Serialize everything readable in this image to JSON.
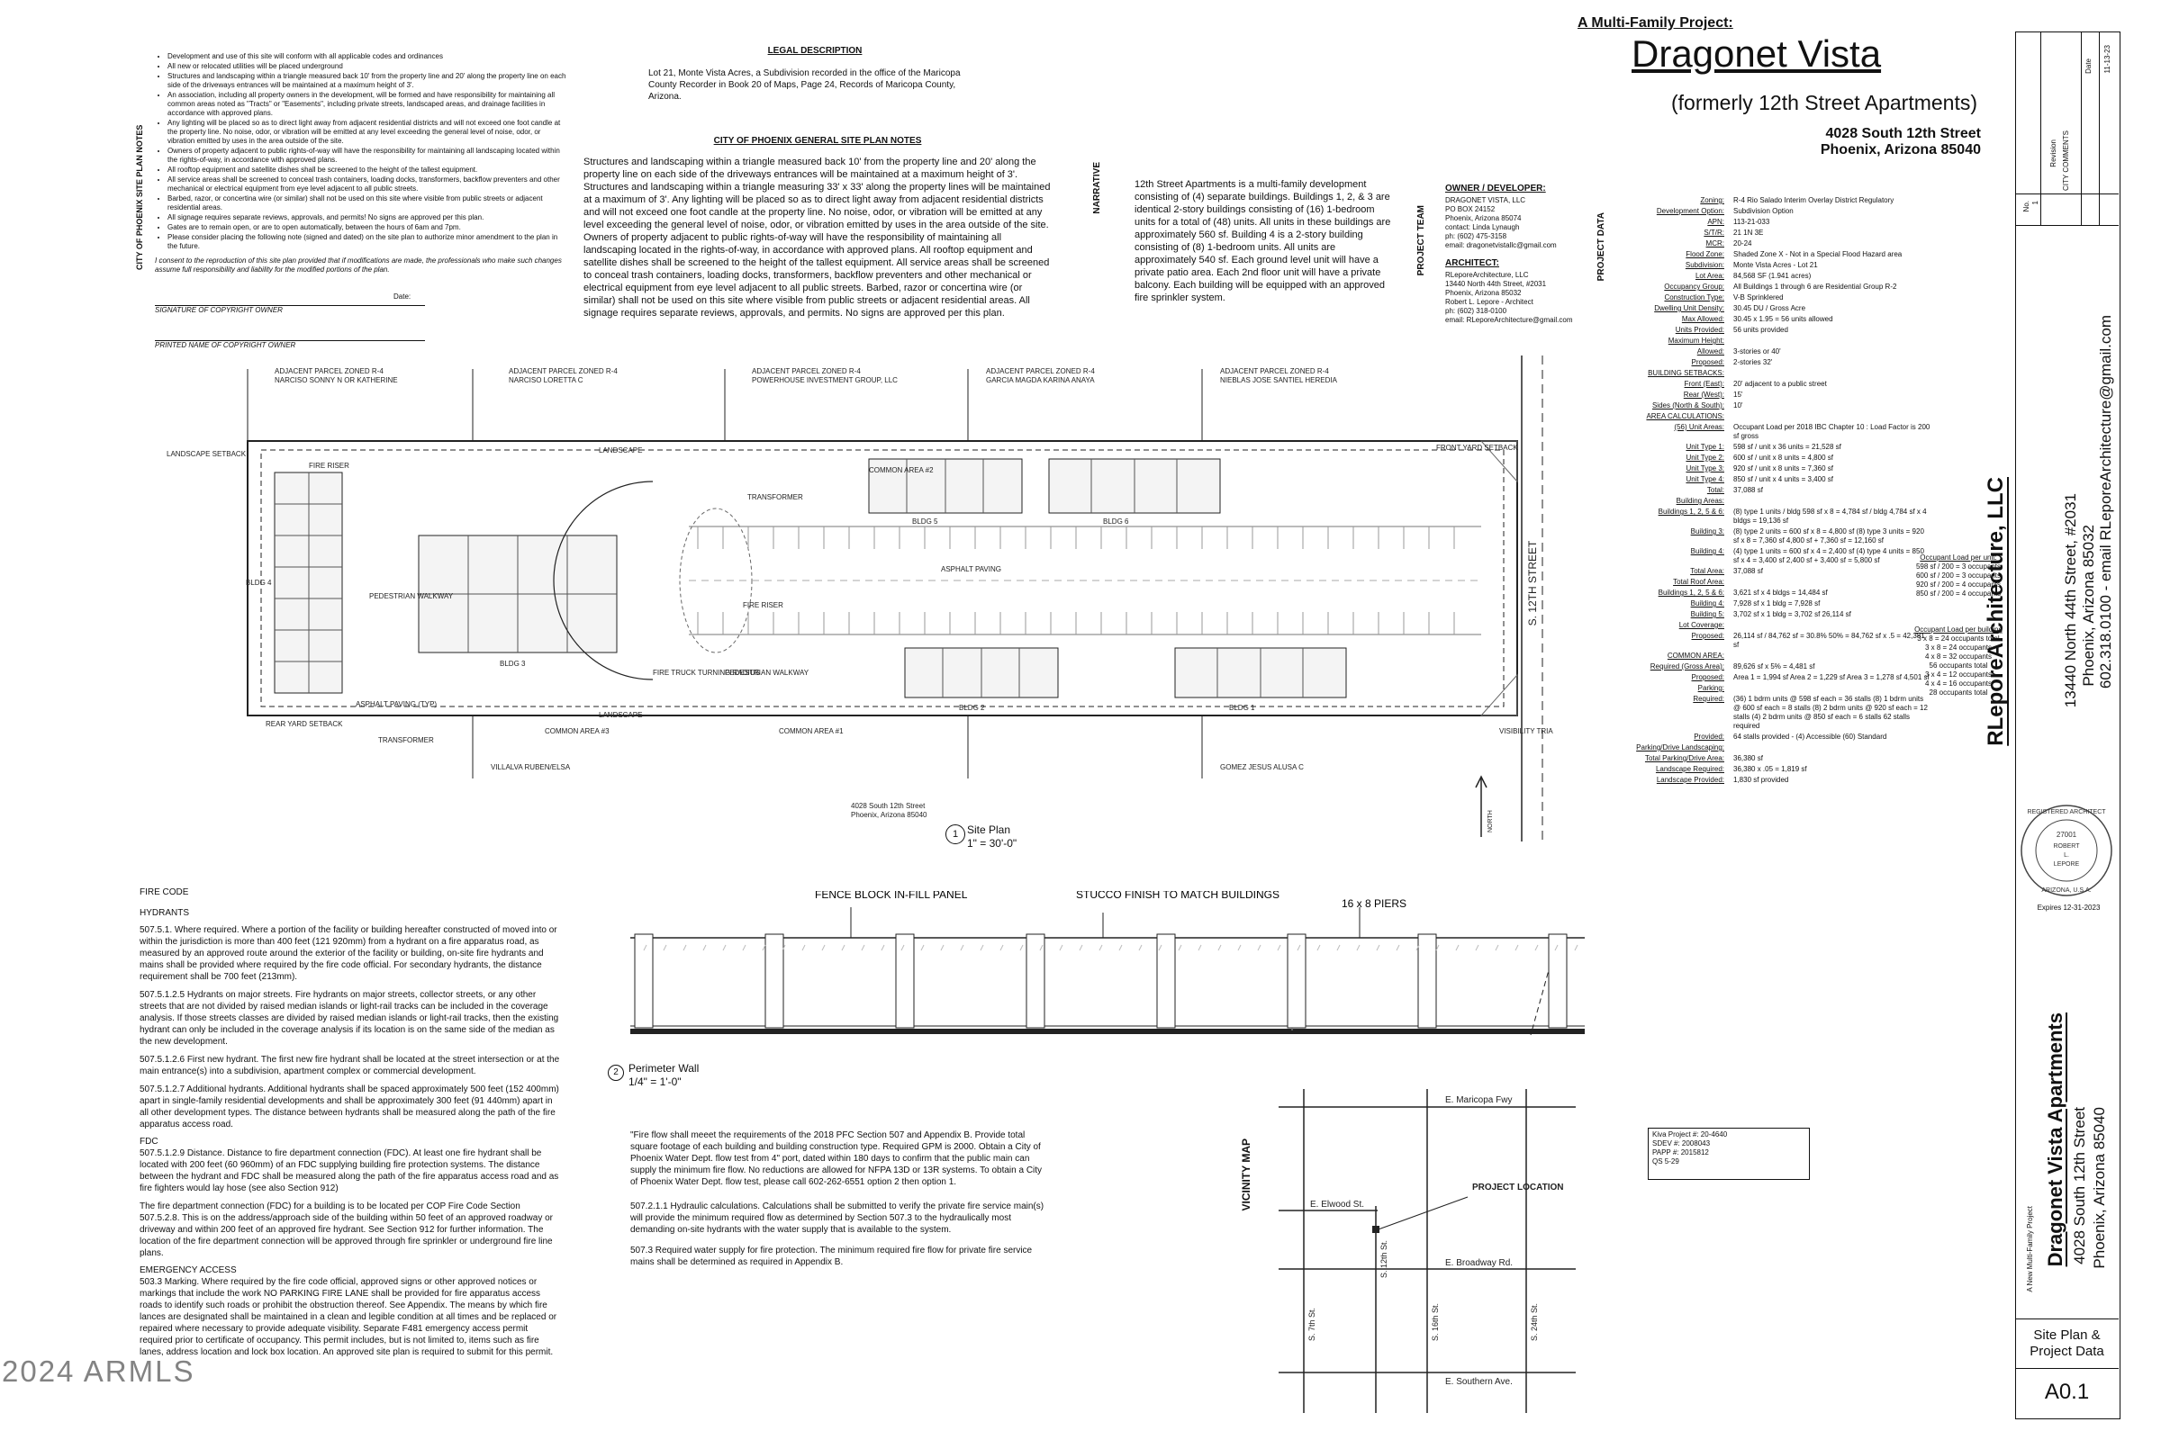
{
  "page_notes": {
    "vertical_title": "CITY OF PHOENIX SITE PLAN NOTES",
    "items": [
      "Development and use of this site will conform with all applicable codes and ordinances",
      "All new or relocated utilities will be placed underground",
      "Structures and landscaping within a triangle measured back 10' from the property line and 20' along the property line on each side of the driveways entrances will be maintained at a maximum height of 3'.",
      "An association, including all property owners in the development, will be formed and have responsibility for maintaining all common areas noted as \"Tracts\" or \"Easements\", including private streets, landscaped areas, and drainage facilities in accordance with approved plans.",
      "Any lighting will be placed so as to direct light away from adjacent residential districts and will not exceed one foot candle at the property line. No noise, odor, or vibration will be emitted at any level exceeding the general level of noise, odor, or vibration emitted by uses in the area outside of the site.",
      "Owners of property adjacent to public rights-of-way will have the responsibility for maintaining all landscaping located within the rights-of-way, in accordance with approved plans.",
      "All rooftop equipment and satellite dishes shall be screened to the height of the tallest equipment.",
      "All service areas shall be screened to conceal trash containers, loading docks, transformers, backflow preventers and other mechanical or electrical equipment from eye level adjacent to all public streets.",
      "Barbed, razor, or concertina wire (or similar) shall not be used on this site where visible from public streets or adjacent residential areas.",
      "All signage requires separate reviews, approvals, and permits! No signs are approved per this plan.",
      "Gates are to remain open, or are to open automatically, between the hours of 6am and 7pm.",
      "Please consider placing the following note (signed and dated) on the site plan to authorize minor amendment to the plan in the future."
    ],
    "consent": "I consent to the reproduction of this site plan provided that if modifications are made, the professionals who make such changes assume full responsibility and liability for the modified portions of the plan.",
    "date_label": "Date:",
    "signature_label": "SIGNATURE OF COPYRIGHT OWNER",
    "printed_label": "PRINTED NAME OF COPYRIGHT OWNER"
  },
  "legal": {
    "heading": "LEGAL DESCRIPTION",
    "text": "Lot 21, Monte Vista Acres, a Subdivision recorded in the office of the Maricopa County Recorder in Book 20 of Maps, Page 24, Records of Maricopa County, Arizona."
  },
  "general_notes": {
    "heading": "CITY OF PHOENIX GENERAL SITE PLAN NOTES",
    "text": "Structures and landscaping within a triangle measured back 10' from the property line and 20' along the property line on each side of the driveways entrances will be maintained at a maximum height of 3'. Structures and landscaping within a triangle measuring 33' x 33' along the property lines will be maintained at a maximum of 3'. Any lighting will be placed so as to direct light away from adjacent residential districts and will not exceed one foot candle at the property line. No noise, odor, or vibration will be emitted at any level exceeding the general level of noise, odor, or vibration emitted by uses in the area outside of the site. Owners of property adjacent to public rights-of-way will have the responsibility of maintaining all landscaping located in the rights-of-way, in accordance with approved plans. All rooftop equipment and satellite dishes shall be screened to the height of the tallest equipment. All service areas shall be screened to conceal trash containers, loading docks, transformers, backflow preventers and other mechanical or electrical equipment from eye level adjacent to all public streets. Barbed, razor or concertina wire (or similar) shall not be used on this site where visible from public streets or adjacent residential areas. All signage requires separate reviews, approvals, and permits. No signs are approved per this plan."
  },
  "narrative": {
    "label": "NARRATIVE",
    "text": "12th Street Apartments is a multi-family development consisting of (4) separate buildings. Buildings 1, 2, & 3 are identical 2-story buildings consisting of (16) 1-bedroom units for a total of (48) units. All units in these buildings are approximately 560 sf. Building 4 is a 2-story building consisting of (8) 1-bedroom units. All units are approximately 540 sf. Each ground level unit will have a private patio area. Each 2nd floor unit will have a private balcony. Each building will be equipped with an approved fire sprinkler system."
  },
  "team": {
    "label": "PROJECT TEAM",
    "owner_heading": "OWNER / DEVELOPER:",
    "owner_lines": [
      "DRAGONET VISTA, LLC",
      "PO BOX 24152",
      "Phoenix, Arizona 85074",
      "contact: Linda Lynaugh",
      "ph: (602) 475-3158",
      "email: dragonetvistallc@gmail.com"
    ],
    "architect_heading": "ARCHITECT:",
    "architect_lines": [
      "RLeporeArchitecture, LLC",
      "13440 North 44th Street, #2031",
      "Phoenix, Arizona 85032",
      "Robert L. Lepore - Architect",
      "ph: (602) 318-0100",
      "email: RLeporeArchitecture@gmail.com"
    ]
  },
  "title": {
    "kicker": "A Multi-Family Project:",
    "name": "Dragonet Vista",
    "formerly": "(formerly 12th Street Apartments)",
    "address1": "4028 South 12th Street",
    "address2": "Phoenix, Arizona 85040"
  },
  "project_data": {
    "label": "PROJECT DATA",
    "rows": [
      {
        "k": "Zoning:",
        "v": "R-4 Rio Salado Interim Overlay District Regulatory"
      },
      {
        "k": "Development Option:",
        "v": "Subdivision Option"
      },
      {
        "k": "APN:",
        "v": "113-21-033"
      },
      {
        "k": "S/T/R:",
        "v": "21 1N 3E"
      },
      {
        "k": "MCR:",
        "v": "20-24"
      },
      {
        "k": "Flood Zone:",
        "v": "Shaded Zone X - Not in a Special Flood Hazard area"
      },
      {
        "k": "Subdivision:",
        "v": "Monte Vista Acres - Lot 21"
      },
      {
        "k": "Lot Area:",
        "v": "84,568 SF (1.941 acres)"
      },
      {
        "k": "Occupancy Group:",
        "v": "All Buildings 1 through 6 are Residential Group R-2"
      },
      {
        "k": "Construction Type:",
        "v": "V-B Sprinklered"
      },
      {
        "k": "Dwelling Unit Density:",
        "v": "30.45 DU / Gross Acre"
      },
      {
        "k": "Max Allowed:",
        "v": "30.45 x 1.95 = 56 units allowed"
      },
      {
        "k": "Units Provided:",
        "v": "56 units provided"
      },
      {
        "k": "Maximum Height:",
        "v": ""
      },
      {
        "k": "Allowed:",
        "v": "3-stories or 40'"
      },
      {
        "k": "Proposed:",
        "v": "2-stories 32'"
      },
      {
        "k": "BUILDING SETBACKS:",
        "v": ""
      },
      {
        "k": "Front (East):",
        "v": "20' adjacent to a public street"
      },
      {
        "k": "Rear (West):",
        "v": "15'"
      },
      {
        "k": "Sides (North & South):",
        "v": "10'"
      },
      {
        "k": "AREA CALCULATIONS:",
        "v": ""
      },
      {
        "k": "(56) Unit Areas:",
        "v": "Occupant Load per 2018 IBC Chapter 10 : Load Factor is 200 sf gross"
      },
      {
        "k": "Unit Type 1:",
        "v": "598 sf / unit x 36 units = 21,528 sf"
      },
      {
        "k": "Unit Type 2:",
        "v": "600 sf / unit x 8 units = 4,800 sf"
      },
      {
        "k": "Unit Type 3:",
        "v": "920 sf / unit x 8 units = 7,360 sf"
      },
      {
        "k": "Unit Type 4:",
        "v": "850 sf / unit x 4 units = 3,400 sf"
      },
      {
        "k": "Total:",
        "v": "37,088 sf"
      },
      {
        "k": "Building Areas:",
        "v": ""
      },
      {
        "k": "Buildings 1, 2, 5 & 6:",
        "v": "(8) type 1 units / bldg  598 sf x 8 = 4,784 sf / bldg  4,784 sf x 4 bldgs = 19,136 sf"
      },
      {
        "k": "Building 3:",
        "v": "(8) type 2 units = 600 sf x 8 = 4,800 sf  (8) type 3 units = 920 sf x 8 = 7,360 sf  4,800 sf + 7,360 sf = 12,160 sf"
      },
      {
        "k": "Building 4:",
        "v": "(4) type 1 units = 600 sf x 4 = 2,400 sf  (4) type 4 units = 850 sf x 4 = 3,400 sf  2,400 sf + 3,400 sf = 5,800 sf"
      },
      {
        "k": "Total Area:",
        "v": "37,088 sf"
      },
      {
        "k": "Total Roof Area:",
        "v": ""
      },
      {
        "k": "Buildings 1, 2, 5 & 6:",
        "v": "3,621 sf x 4 bldgs = 14,484 sf"
      },
      {
        "k": "Building 4:",
        "v": "7,928 sf x 1 bldg = 7,928 sf"
      },
      {
        "k": "Building 5:",
        "v": "3,702 sf x 1 bldg = 3,702 sf  26,114 sf"
      },
      {
        "k": "Lot Coverage:",
        "v": ""
      },
      {
        "k": "Proposed:",
        "v": "26,114 sf / 84,762 sf = 30.8%  50% = 84,762 sf x .5 = 42,381 sf"
      },
      {
        "k": "COMMON AREA:",
        "v": ""
      },
      {
        "k": "Required (Gross Area):",
        "v": "89,626 sf x 5% = 4,481 sf"
      },
      {
        "k": "Proposed:",
        "v": "Area 1 = 1,994 sf  Area 2 = 1,229 sf  Area 3 = 1,278 sf  4,501 sf"
      },
      {
        "k": "Parking:",
        "v": ""
      },
      {
        "k": "Required:",
        "v": "(36) 1 bdrm units @ 598 sf each = 36 stalls  (8) 1 bdrm units @ 600 sf each = 8 stalls  (8) 2 bdrm units @ 920 sf each = 12 stalls  (4) 2 bdrm units @ 850 sf each = 6 stalls  62 stalls required"
      },
      {
        "k": "Provided:",
        "v": "64 stalls provided - (4) Accessible (60) Standard"
      },
      {
        "k": "Parking/Drive Landscaping:",
        "v": ""
      },
      {
        "k": "Total Parking/Drive Area:",
        "v": "36,380 sf"
      },
      {
        "k": "Landscape Required:",
        "v": "36,380 x .05 = 1,819 sf"
      },
      {
        "k": "Landscape Provided:",
        "v": "1,830 sf provided"
      }
    ],
    "occupant_heading": "Occupant Load per unit:",
    "occupant_lines": [
      "598 sf / 200 = 3 occupants",
      "600 sf / 200 = 3 occupants",
      "920 sf / 200 = 4 occupants",
      "850 sf / 200 = 4 occupants"
    ],
    "bldg_occ_heading": "Occupant Load per building",
    "bldg_occ_lines": [
      "3 x 8 = 24 occupants total",
      "3 x 8 = 24 occupants",
      "4 x 8 = 32 occupants",
      "56 occupants total",
      "3 x 4 = 12 occupants",
      "4 x 4 = 16 occupants",
      "28 occupants total"
    ]
  },
  "architect_strip": {
    "firm": "RLeporeArchitecture, LLC",
    "line1": "13440 North 44th Street, #2031",
    "line2": "Phoenix, Arizona 85032",
    "line3": "602.318.0100 - email RLeporeArchitecture@gmail.com",
    "seal_top": "REGISTERED ARCHITECT",
    "seal_num": "27001",
    "seal_name1": "ROBERT",
    "seal_name2": "L.",
    "seal_name3": "LEPORE",
    "seal_state": "ARIZONA, U.S.A.",
    "expires": "Expires 12-31-2023"
  },
  "revision": {
    "h_no": "No.",
    "h_rev": "Revision",
    "h_date": "Date",
    "no": "1",
    "rev": "CITY COMMENTS",
    "date": "11-13-23"
  },
  "sheet": {
    "kicker": "A New Multi-Family Project",
    "name": "Dragonet Vista Apartments",
    "addr1": "4028 South 12th Street",
    "addr2": "Phoenix, Arizona 85040",
    "title": "Site Plan & Project Data",
    "number": "A0.1"
  },
  "kiva": {
    "lines": [
      "Kiva Project #:  20-4640",
      "SDEV #:  2008043",
      "PAPP #:  2015812",
      "QS  5-29"
    ]
  },
  "site_plan": {
    "label_num": "1",
    "label": "Site Plan",
    "scale": "1\" = 30'-0\"",
    "street": "S. 12TH STREET",
    "north": "NORTH",
    "address_a": "4028 South 12th Street",
    "address_b": "Phoenix, Arizona 85040",
    "bldg1": "BLDG 1",
    "bldg2": "BLDG 2",
    "bldg3": "BLDG 3",
    "bldg4": "BLDG 4",
    "bldg5": "BLDG 5",
    "bldg6": "BLDG 6",
    "asphalt": "ASPHALT PAVING",
    "asphalt_typ": "ASPHALT PAVING (TYP)",
    "landscape": "LANDSCAPE",
    "transformer": "TRANSFORMER",
    "fire_riser": "FIRE RISER",
    "pedestrian": "PEDESTRIAN WALKWAY",
    "common1": "COMMON AREA #1",
    "common2": "COMMON AREA #2",
    "common3": "COMMON AREA #3",
    "fire_truck": "FIRE TRUCK TURNING RADIUS",
    "rear_setback": "REAR YARD SETBACK",
    "front_setback": "FRONT YARD SETBACK",
    "landscape_setback": "LANDSCAPE SETBACK",
    "adj_north": [
      "ADJACENT PARCEL ZONED R-4",
      "ADJACENT PARCEL ZONED R-4",
      "ADJACENT PARCEL ZONED R-4",
      "ADJACENT PARCEL ZONED R-4",
      "ADJACENT PARCEL ZONED R-4"
    ],
    "adj_north_owner": [
      "NARCISO SONNY N OR KATHERINE",
      "NARCISO LORETTA C",
      "POWERHOUSE INVESTMENT GROUP, LLC",
      "GARCIA MAGDA KARINA ANAYA",
      "NIEBLAS JOSE SANTIEL HEREDIA"
    ],
    "adj_south_owner": [
      "VILLALVA RUBEN/ELSA",
      "GOMEZ JESUS ALUSA C"
    ],
    "visibility": "VISIBILITY TRIANGLES"
  },
  "fire_code": {
    "heading": "FIRE CODE",
    "hydrants": "HYDRANTS",
    "p1": "507.5.1. Where required. Where a portion of the facility or building hereafter constructed of moved into or within the jurisdiction is more than 400 feet (121 920mm) from a hydrant on a fire apparatus road, as measured by an approved route around the exterior of the facility or building, on-site fire hydrants and mains shall be provided where required by the fire code official. For secondary hydrants, the distance requirement shall be 700 feet (213mm).",
    "p2": "507.5.1.2.5 Hydrants on major streets. Fire hydrants on major streets, collector streets, or any other streets that are not divided by raised median islands or light-rail tracks can be included in the coverage analysis. If those streets classes are divided by raised median islands or light-rail tracks, then the existing hydrant can only be included in the coverage analysis if its location is on the same side of the median as the new development.",
    "p3": "507.5.1.2.6 First new hydrant. The first new fire hydrant shall be located at the street intersection or at the main entrance(s) into a subdivision, apartment complex or commercial development.",
    "p4": "507.5.1.2.7 Additional hydrants. Additional hydrants shall be spaced approximately 500 feet (152 400mm) apart in single-family residential developments and shall be approximately 300 feet (91 440mm) apart in all other development types. The distance between hydrants shall be measured along the path of the fire apparatus access road.",
    "fdc_h": "FDC",
    "p5": "507.5.1.2.9 Distance. Distance to fire department connection (FDC). At least one fire hydrant shall be located with 200 feet (60 960mm) of an FDC supplying building fire protection systems. The distance between the hydrant and FDC shall be measured along the path of the fire apparatus access road and as fire fighters would lay hose (see also Section 912)",
    "p6": "The fire department connection (FDC) for a building is to be located per COP Fire Code Section 507.5.2.8. This is on the address/approach side of the building within 50 feet of an approved roadway or driveway and within 200 feet of an approved fire hydrant. See Section 912 for further information. The location of the fire department connection will be approved through fire sprinkler or underground fire line plans.",
    "em_h": "EMERGENCY ACCESS",
    "p7": "503.3 Marking. Where required by the fire code official, approved signs or other approved notices or markings that include the work NO PARKING FIRE LANE shall be provided for fire apparatus access roads to identify such roads or prohibit the obstruction thereof. See Appendix. The means by which fire lances are designated shall be maintained in a clean and legible condition at all times and be replaced or repaired where necessary to provide adequate visibility. Separate F481 emergency access permit required prior to certificate of occupancy. This permit includes, but is not limited to, items such as fire lanes, address location and lock box location. An approved site plan is required to submit for this permit."
  },
  "fire_flow": {
    "p1": "\"Fire flow shall meeet the requirements of the 2018 PFC Section 507 and Appendix B. Provide total square footage of each building and building construction type. Required GPM is 2000. Obtain a City of Phoenix Water Dept. flow test from 4\" port, dated within 180 days to confirm that the public main can supply the minimum fire flow. No reductions are allowed for NFPA 13D or 13R systems. To obtain a City of Phoenix Water Dept. flow test, please call 602-262-6551 option 2 then option 1.",
    "p2": "507.2.1.1 Hydraulic calculations. Calculations shall be submitted to verify the private fire service main(s) will provide the minimum required flow as determined by Section 507.3 to the hydraulically most demanding on-site hydrants with the water supply that is available to the system.",
    "p3": "507.3 Required water supply for fire protection. The minimum required fire flow for private fire service mains shall be determined as required in Appendix B."
  },
  "wall": {
    "num": "2",
    "label": "Perimeter Wall",
    "scale": "1/4\" = 1'-0\"",
    "n1": "FENCE BLOCK IN-FILL PANEL",
    "n2": "STUCCO FINISH TO MATCH BUILDINGS",
    "n3": "16 x 8 PIERS"
  },
  "vicinity": {
    "label": "VICINITY MAP",
    "maricopa": "E. Maricopa Fwy",
    "elwood": "E. Elwood St.",
    "broadway": "E. Broadway Rd.",
    "southern": "E. Southern Ave.",
    "s7": "S. 7th St.",
    "s12": "S. 12th St.",
    "s16": "S. 16th St.",
    "s24": "S. 24th St.",
    "project": "PROJECT LOCATION"
  },
  "watermark": "2024 ARMLS"
}
